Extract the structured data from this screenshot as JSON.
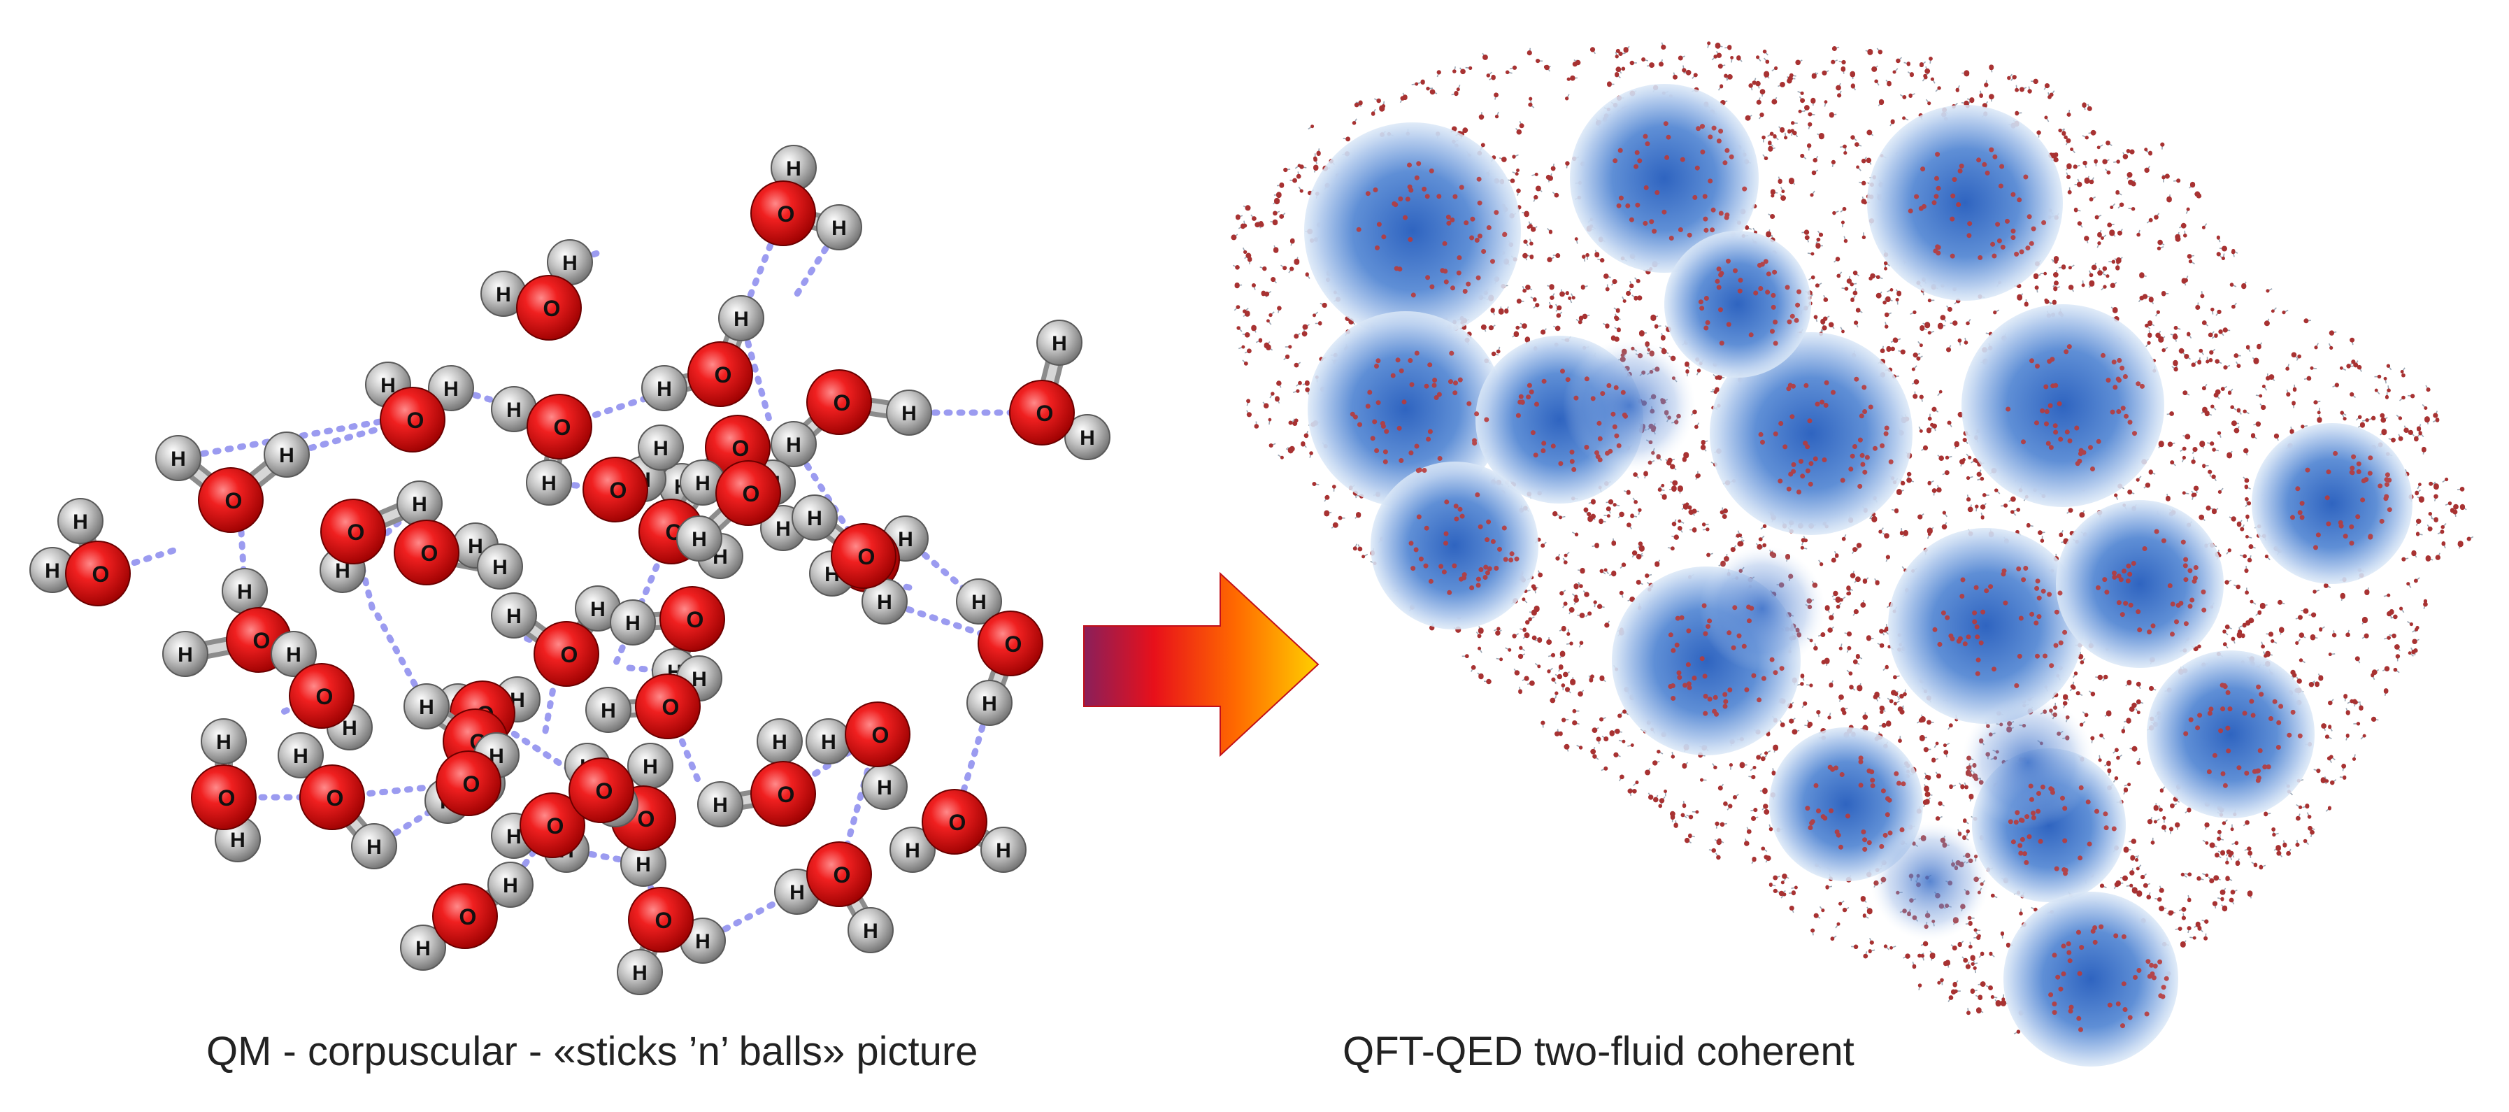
{
  "captions": {
    "left": "QM - corpuscular - «sticks ’n’ balls» picture",
    "right": "QFT-QED two-fluid coherent"
  },
  "left_panel": {
    "hydrogen_labels": [
      "H",
      "H",
      "H",
      "H",
      "H",
      "H",
      "H",
      "H",
      "H",
      "H",
      "H",
      "H"
    ],
    "oxygen_labels": [
      "O",
      "O",
      "O",
      "O",
      "O",
      "O"
    ],
    "colors": {
      "oxygen": "#e01010",
      "hydrogen": "#b8b8b8",
      "hbond": "#9b9bf0",
      "label": "#111111"
    }
  },
  "right_panel": {
    "colors": {
      "domain_core": "#2f64c0",
      "domain_edge": "#dbe8f7",
      "molecule": "#a83232"
    }
  },
  "arrow": {
    "colors": [
      "#8a1f5a",
      "#e8101a",
      "#ff6a00",
      "#ffd000"
    ]
  }
}
